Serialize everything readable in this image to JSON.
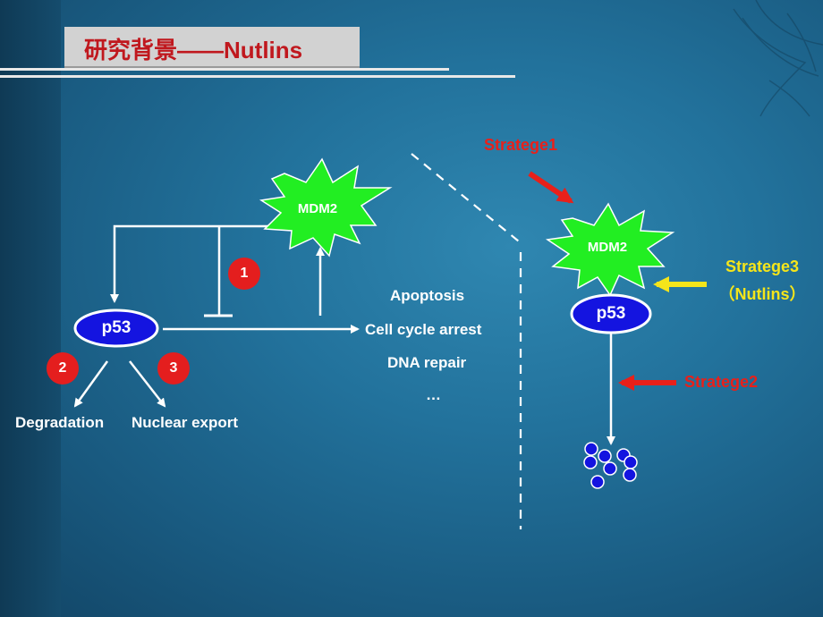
{
  "title": "研究背景——Nutlins",
  "nodes": {
    "mdm2_left": "MDM2",
    "p53_left": "p53",
    "mdm2_right": "MDM2",
    "p53_right": "p53"
  },
  "badges": [
    "1",
    "2",
    "3"
  ],
  "outcomes": [
    "Apoptosis",
    "Cell cycle arrest",
    "DNA repair",
    "…"
  ],
  "fates": {
    "degradation": "Degradation",
    "nuclear_export": "Nuclear export"
  },
  "strategies": {
    "s1": "Stratege1",
    "s2": "Stratege2",
    "s3_line1": "Stratege3",
    "s3_line2": "（Nutlins）"
  },
  "colors": {
    "title_text": "#c0181e",
    "title_box": "#d2d2d2",
    "mdm2_fill": "#22ee22",
    "p53_fill": "#1414e0",
    "strategy_red": "#e8201a",
    "strategy_yellow": "#f5e51a",
    "badge": "#e41e1e"
  }
}
